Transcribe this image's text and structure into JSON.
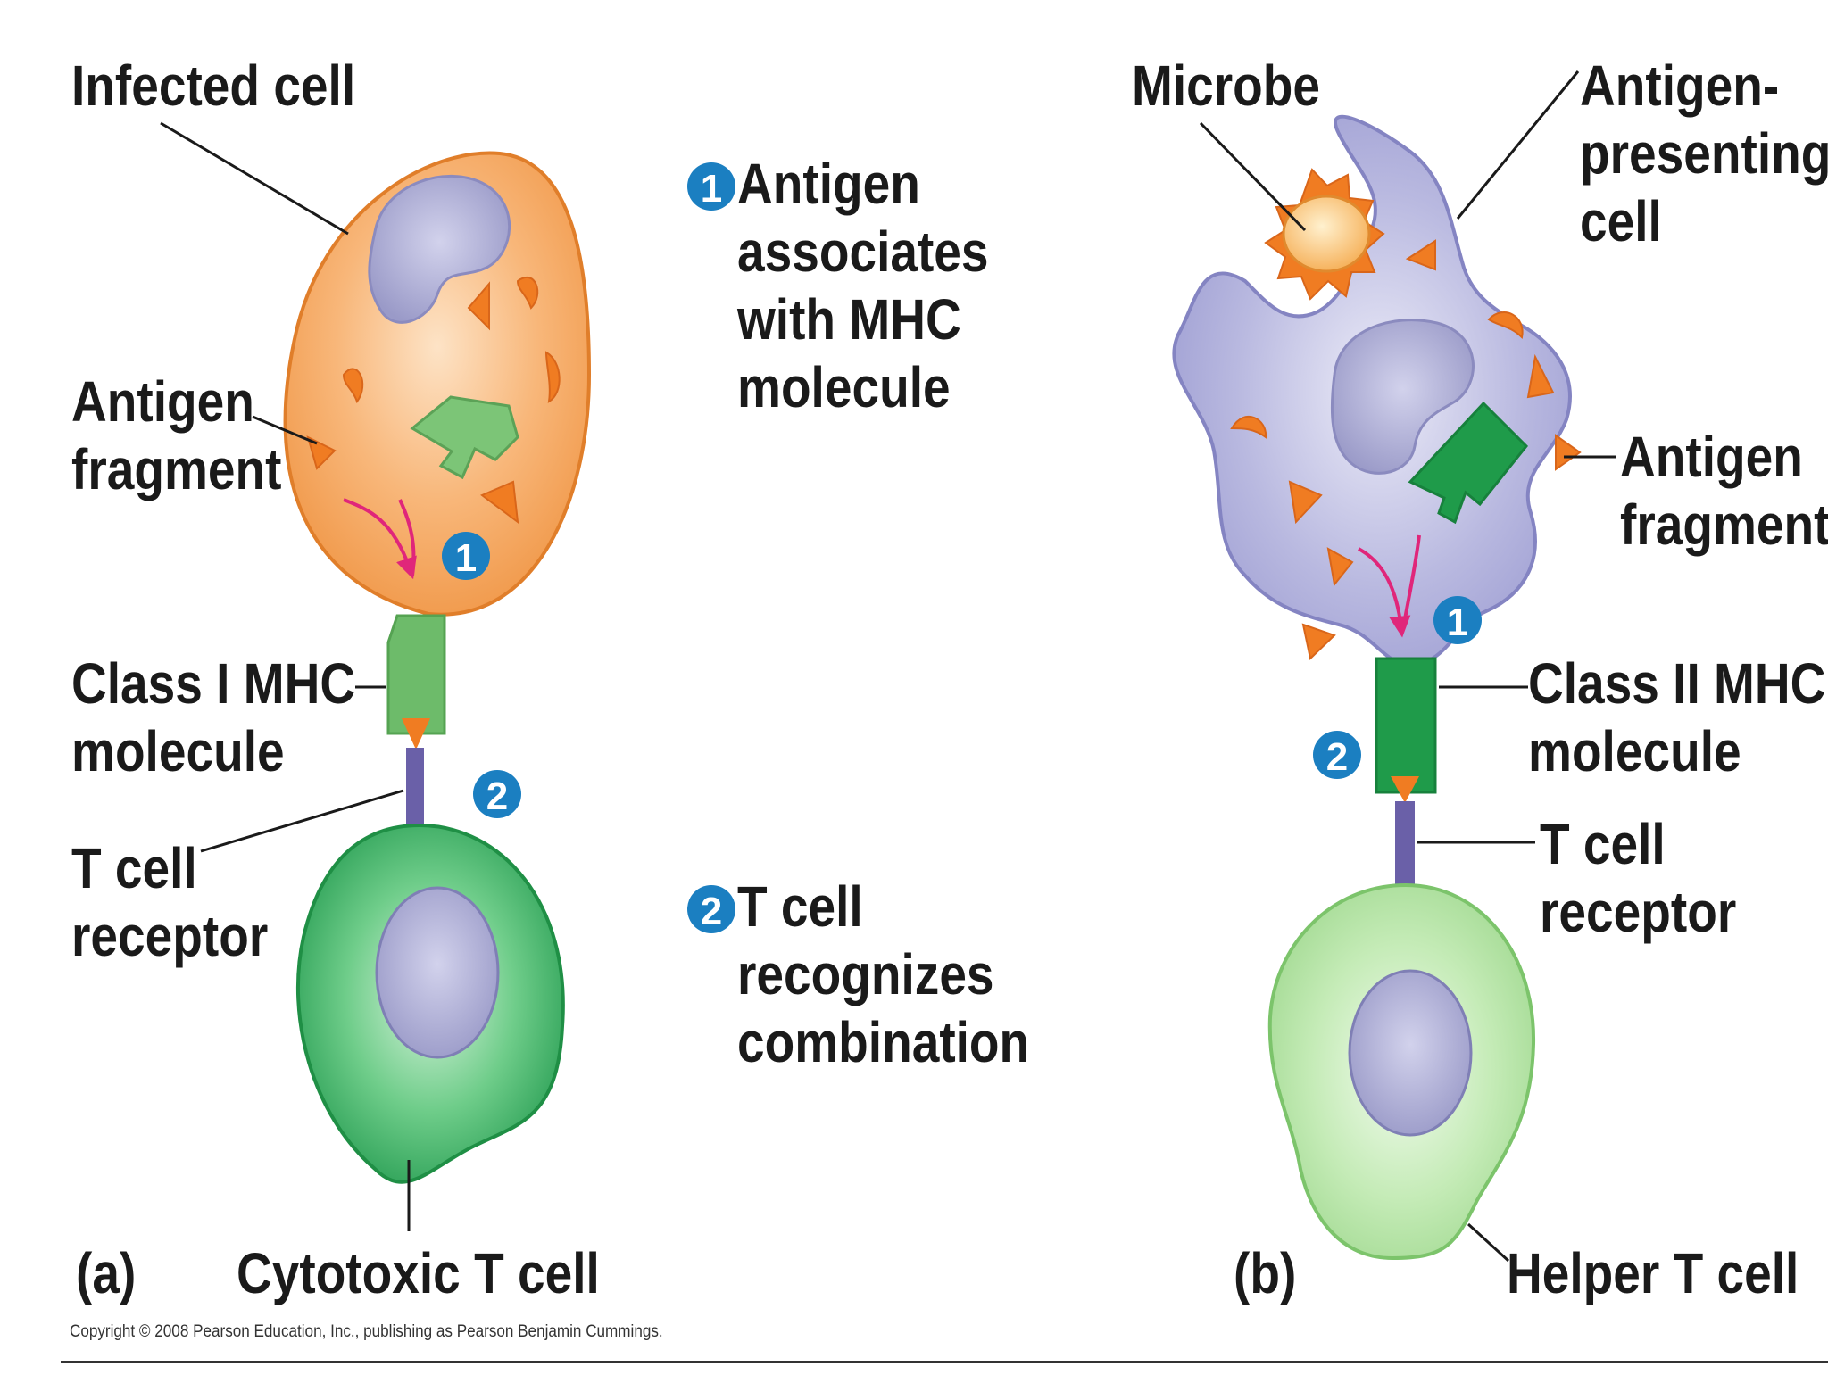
{
  "labels_a": {
    "infected_cell": "Infected cell",
    "antigen_fragment": [
      "Antigen",
      "fragment"
    ],
    "class1_mhc": [
      "Class I MHC",
      "molecule"
    ],
    "t_cell_receptor": [
      "T cell",
      "receptor"
    ],
    "cytotoxic": "Cytotoxic T cell",
    "panel": "(a)"
  },
  "labels_b": {
    "microbe": "Microbe",
    "apc": [
      "Antigen-",
      "presenting",
      "cell"
    ],
    "antigen_fragment": [
      "Antigen",
      "fragment"
    ],
    "class2_mhc": [
      "Class II MHC",
      "molecule"
    ],
    "t_cell_receptor": [
      "T cell",
      "receptor"
    ],
    "helper": "Helper T cell",
    "panel": "(b)"
  },
  "steps": {
    "s1": {
      "number": "1",
      "lines": [
        "Antigen",
        "associates",
        "with MHC",
        "molecule"
      ]
    },
    "s2": {
      "number": "2",
      "lines": [
        "T cell",
        "recognizes",
        "combination"
      ]
    }
  },
  "copyright": "Copyright © 2008 Pearson Education, Inc., publishing as Pearson Benjamin Cummings.",
  "colors": {
    "infected_cell": "#f4a055",
    "apc": "#a8a8d8",
    "nucleus": "#9c9cc9",
    "class1_mhc": "#6dbb6a",
    "class2_mhc": "#1f9b4a",
    "cytotoxic": "#2fae5c",
    "helper": "#a6dc98",
    "antigen": "#f07c22",
    "receptor": "#6a60a8",
    "arrow": "#e0267a",
    "badge": "#1b7fc1"
  }
}
